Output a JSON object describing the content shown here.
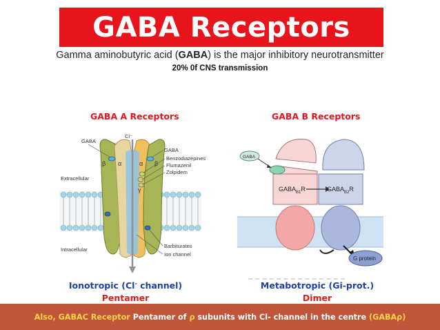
{
  "title": "GABA Receptors",
  "subtitle": {
    "before": "Gamma aminobutyric acid (",
    "bold": "GABA",
    "after": ") is the major inhibitory neurotransmitter"
  },
  "subtitle2": "20% 0f CNS transmission",
  "left": {
    "heading": "GABA A Receptors",
    "labels": {
      "cl": "Cl⁻",
      "gaba_left": "GABA",
      "gaba_right": "GABA",
      "beta1": "β",
      "alpha1": "α",
      "alpha2": "α",
      "beta2": "β",
      "gamma": "γ",
      "benzodiazepines": "Benzodiazepines",
      "flumazenil": "Flumazenil",
      "zolpidem": "Zolpidem",
      "extracellular": "Extracellular",
      "intracellular": "Intracellular",
      "barbiturates": "Barbiturates",
      "ion_channel": "Ion channel"
    },
    "caption_main": "Ionotropic (Cl",
    "caption_sup": "-",
    "caption_end": " channel)",
    "caption_sub": "Pentamer"
  },
  "right": {
    "heading": "GABA B Receptors",
    "labels": {
      "gaba": "GABA",
      "b1_main": "GABA",
      "b1_sub": "B1",
      "b1_end": "R",
      "b2_main": "GABA",
      "b2_sub": "B2",
      "b2_end": "R",
      "g_protein": "G protein"
    },
    "caption_main": "Metabotropic (Gi-prot.)",
    "caption_sub": "Dimer"
  },
  "footer": {
    "part1": "Also, GABAC Receptor",
    "part2": " Pentamer of ",
    "rho": "ρ",
    "part3": " subunits with Cl- channel in the centre ",
    "part4": "(GABAρ)"
  },
  "colors": {
    "title_bg": "#e8141c",
    "footer_bg": "#c0553a",
    "heading_red": "#e8141c",
    "caption_blue": "#1f3fa5",
    "footer_yellow": "#ffd54a"
  }
}
